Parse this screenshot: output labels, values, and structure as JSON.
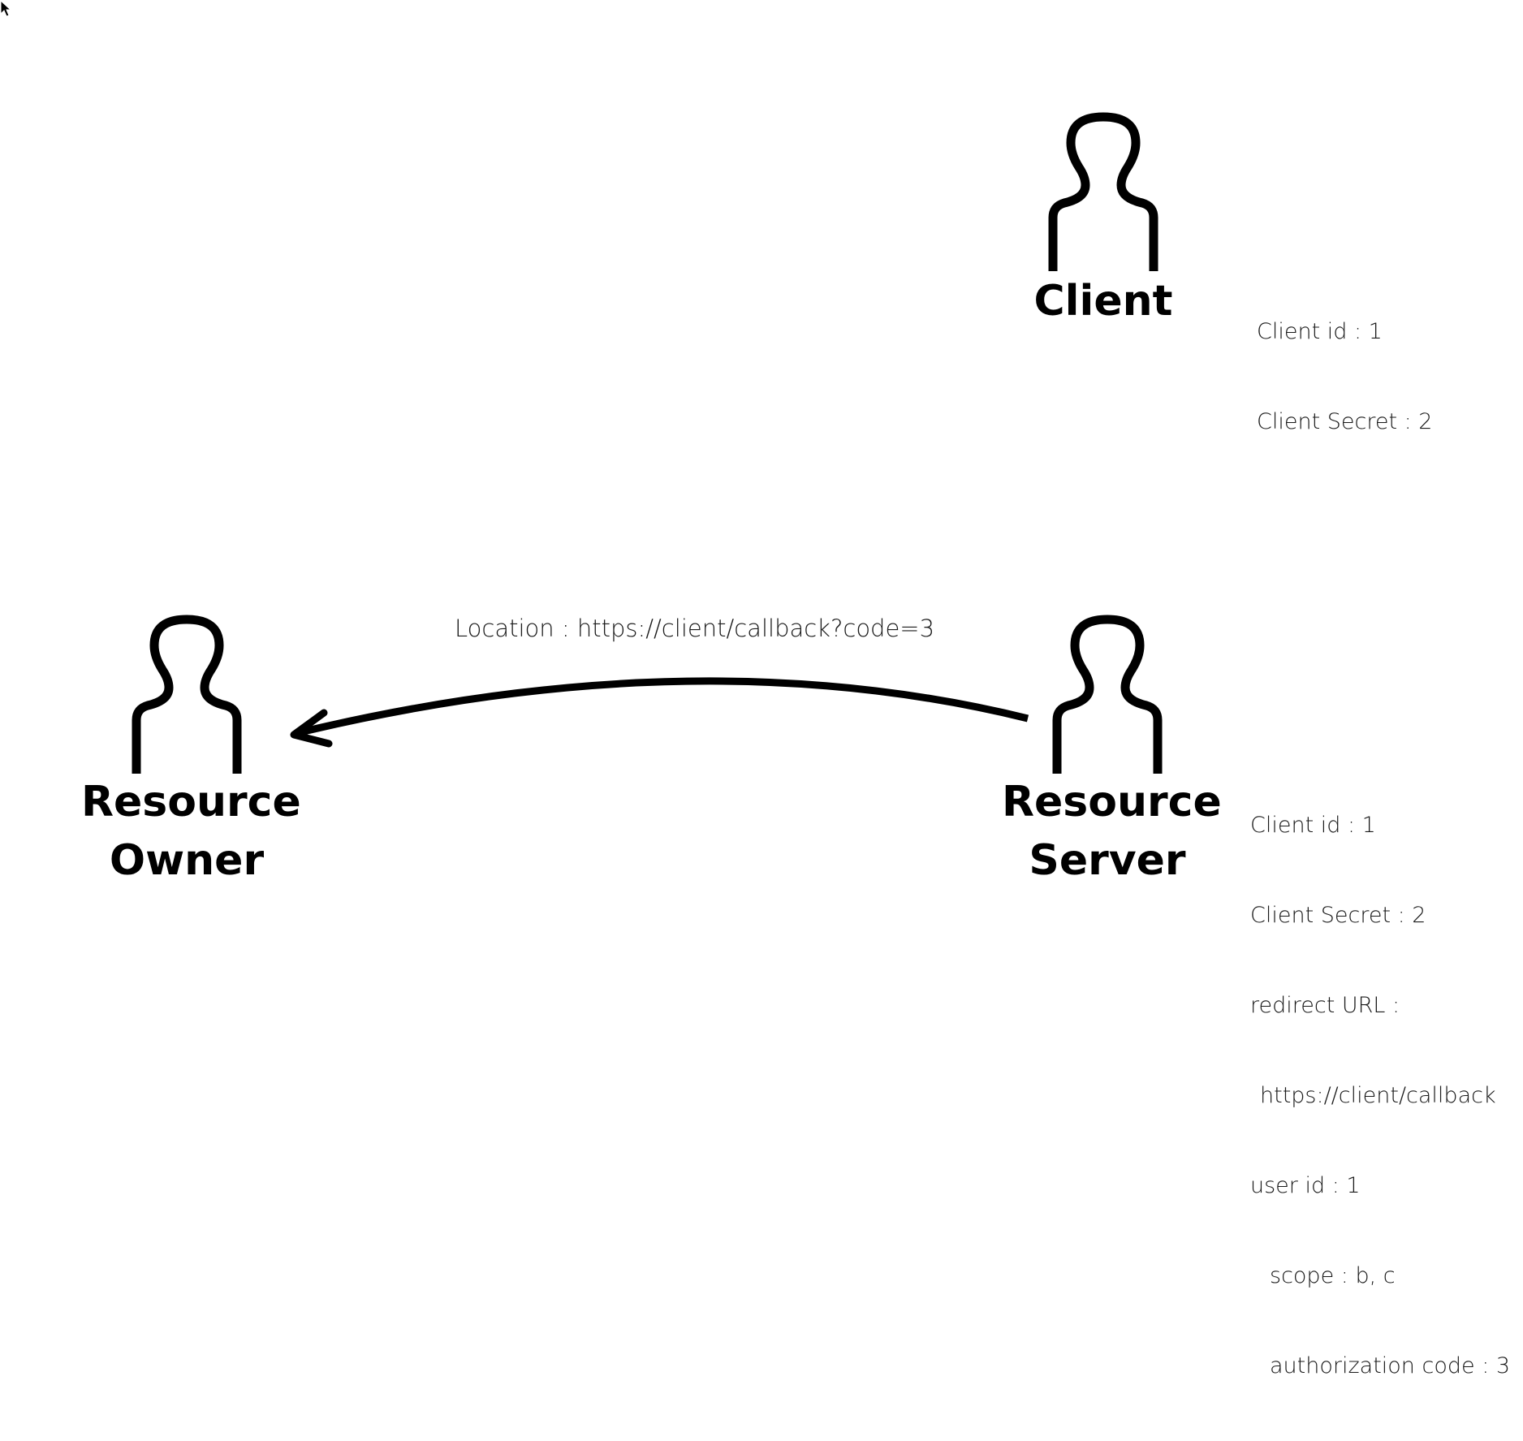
{
  "actors": {
    "client": {
      "label": "Client",
      "icon": "person-outline-icon"
    },
    "resource_owner": {
      "label_line1": "Resource",
      "label_line2": "Owner",
      "icon": "person-outline-icon"
    },
    "resource_server": {
      "label_line1": "Resource",
      "label_line2": "Server",
      "icon": "person-outline-icon"
    }
  },
  "client_info": {
    "client_id": "Client id : 1",
    "client_secret": "Client Secret : 2"
  },
  "server_info": {
    "client_id": "Client id : 1",
    "client_secret": "Client Secret : 2",
    "redirect_url_label": "redirect URL :",
    "redirect_url_value": "https://client/callback",
    "user_id": "user id : 1",
    "scope": "scope : b, c",
    "authorization_code": "authorization code : 3"
  },
  "arrow": {
    "label": "Location : https://client/callback?code=3",
    "from": "resource_server",
    "to": "resource_owner"
  },
  "colors": {
    "stroke": "#000000",
    "background": "#ffffff"
  }
}
